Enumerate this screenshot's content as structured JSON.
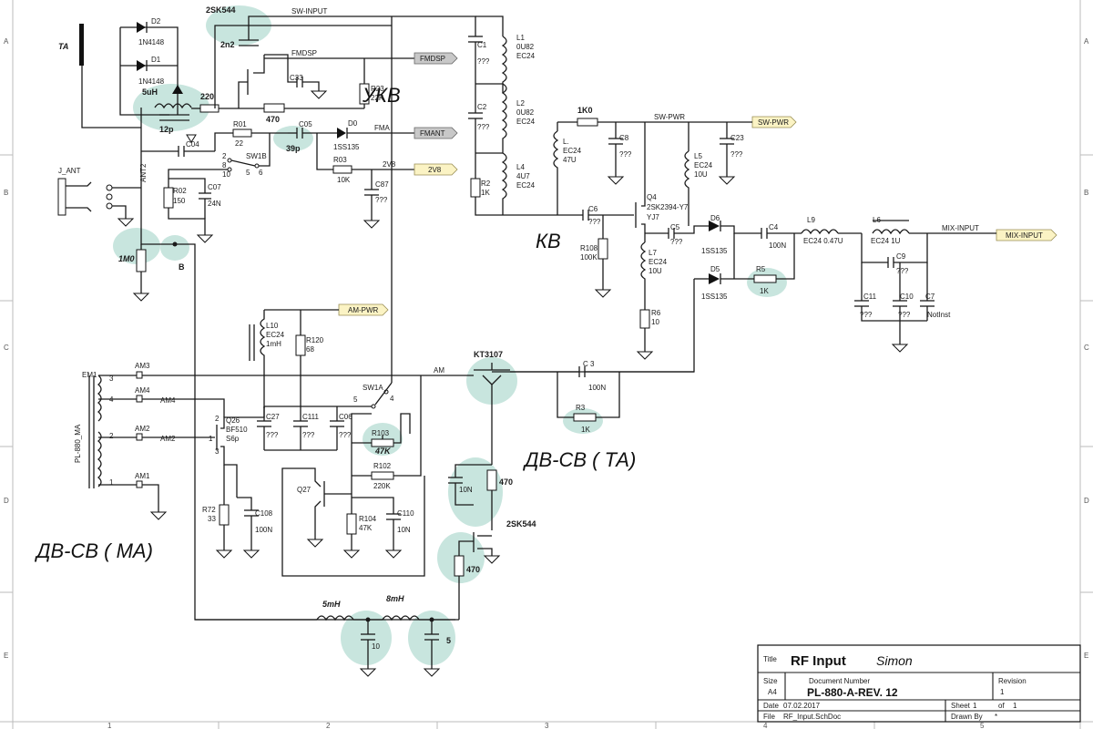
{
  "border": {
    "rows": [
      "A",
      "B",
      "C",
      "D",
      "E"
    ],
    "cols": [
      "1",
      "2",
      "3",
      "4",
      "5"
    ]
  },
  "annotations": {
    "ta": "TA",
    "ukv": "УКВ",
    "kv": "КВ",
    "dv_sv_ta": "ДВ-СВ  ( ТА)",
    "dv_sv_ma": "ДВ-СВ ( МА)",
    "b": "В",
    "r_1m0": "1M0",
    "q_2sk544_top": "2SK544",
    "q_2sk544_mid": "2SK544",
    "q_kt3107": "KT3107",
    "c_2n2": "2n2",
    "l_5uh": "5uH",
    "c_12p": "12p",
    "r_220": "220",
    "r_470_top": "470",
    "c_39p": "39p",
    "r_1k0": "1K0",
    "r_47k": "47K",
    "r_470_a": "470",
    "r_470_b": "470",
    "l_5mh": "5mH",
    "l_8mh": "8mH",
    "c_10": "10",
    "c_5": "5"
  },
  "nets": {
    "sw_input": "SW-INPUT",
    "fmdsp_wire": "FMDSP",
    "fma_wire": "FMA",
    "two_v_wire": "2V8",
    "sw_pwr_wire": "SW-PWR",
    "mix_input_wire": "MIX-INPUT",
    "am": "AM",
    "am1": "AM1",
    "am2": "AM2",
    "am3": "AM3",
    "am4": "AM4",
    "am2_wire": "AM2",
    "am4_wire": "AM4",
    "ant2": "ANT2"
  },
  "ports": {
    "fmdsp": "FMDSP",
    "fmant": "FMANT",
    "v2v8": "2V8",
    "sw_pwr": "SW-PWR",
    "mix_input": "MIX-INPUT",
    "am_pwr": "AM-PWR"
  },
  "components": {
    "d2": "D2",
    "d2_val": "1N4148",
    "d1": "D1",
    "d1_val": "1N4148",
    "j_ant": "J_ANT",
    "c04": "C04",
    "r01": "R01",
    "r01_val": "22",
    "sw1b": "SW1B",
    "sw1b_pins": [
      "2",
      "8",
      "10",
      "5",
      "6"
    ],
    "r02": "R02",
    "r02_val": "150",
    "c07": "C07",
    "c07_val": "24N",
    "c33": "C33",
    "r23": "R23",
    "r23_val": "22K",
    "c05": "C05",
    "d0": "D0",
    "d0_val": "1SS135",
    "r03": "R03",
    "r03_val": "10K",
    "c87": "C87",
    "c87_val": "???",
    "c1": "C1",
    "c1_val": "???",
    "l1": "L1",
    "l1_val": [
      "0U82",
      "EC24"
    ],
    "c2": "C2",
    "c2_val": "???",
    "l2": "L2",
    "l2_val": [
      "0U82",
      "EC24"
    ],
    "r2": "R2",
    "r2_val": "1K",
    "l4": "L4",
    "l4_val": [
      "4U7",
      "EC24"
    ],
    "l3": "L.",
    "l3_val": [
      "EC24",
      "47U"
    ],
    "c8": "C8",
    "c8_val": "???",
    "c6": "C6",
    "c6_val": "???",
    "r108": "R108",
    "r108_val": "100K",
    "q4": "Q4",
    "q4_val": "2SK2394-Y7",
    "q4_sub": "YJ7",
    "c5": "C5",
    "c5_val": "???",
    "l7": "L7",
    "l7_val": [
      "EC24",
      "10U"
    ],
    "r6": "R6",
    "r6_val": "10",
    "l5": "L5",
    "l5_val": [
      "EC24",
      "10U"
    ],
    "c23": "C23",
    "c23_val": "???",
    "d6": "D6",
    "d6_val": "1SS135",
    "d5": "D5",
    "d5_val": "1SS135",
    "c4": "C4",
    "c4_val": "100N",
    "r5": "R5",
    "r5_val": "1K",
    "l9": "L9",
    "l9_val": "EC24   0.47U",
    "l6": "L6",
    "l6_val": "EC24    1U",
    "c9": "C9",
    "c9_val": "???",
    "c11": "C11",
    "c11_val": "???",
    "c10": "C10",
    "c10_val": "???",
    "c7": "C7",
    "c7_val": "NotInst",
    "l10": "L10",
    "l10_val": [
      "EC24",
      "1mH"
    ],
    "r120": "R120",
    "r120_val": "68",
    "sw1a": "SW1A",
    "sw1a_pins": [
      "5",
      "4"
    ],
    "em1": "EM1",
    "em1_val": "PL-880_MA",
    "em1_pins": [
      "3",
      "4",
      "2",
      "1"
    ],
    "q26": "Q26",
    "q26_val": "BF510",
    "q26_sub": "S6p",
    "q26_pins": [
      "2",
      "1",
      "3"
    ],
    "c27": "C27",
    "c27_val": "???",
    "c111": "C111",
    "c111_val": "???",
    "c06": "C06",
    "c06_val": "???",
    "r103": "R103",
    "r102": "R102",
    "r102_val": "220K",
    "q27": "Q27",
    "r104": "R104",
    "r104_val": "47K",
    "c110": "C110",
    "c110_val": "10N",
    "r72": "R72",
    "r72_val": "33",
    "c108": "C108",
    "c108_val": "100N",
    "c3": "C 3",
    "c3_val": "100N",
    "r3": "R3",
    "r3_val": "1K",
    "c10n": "10N"
  },
  "title_block": {
    "title_label": "Title",
    "title": "RF Input",
    "author": "Simon",
    "size_label": "Size",
    "size": "A4",
    "docnum_label": "Document Number",
    "docnum": "PL-880-A-REV. 12",
    "revision_label": "Revision",
    "revision": "1",
    "date_label": "Date",
    "date": "07.02.2017",
    "sheet_label": "Sheet",
    "sheet": "1",
    "of_label": "of",
    "of": "1",
    "file_label": "File",
    "file": "RF_Input.SchDoc",
    "drawnby_label": "Drawn By",
    "drawnby": "*"
  }
}
